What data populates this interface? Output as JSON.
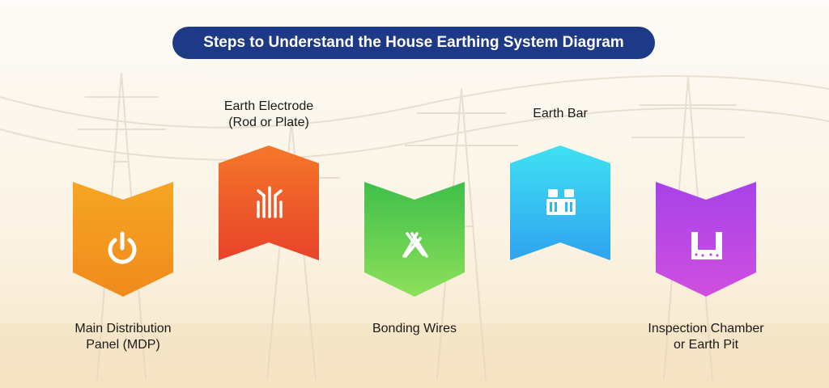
{
  "title": "Steps to Understand the House Earthing System Diagram",
  "steps": [
    {
      "label": "Main Distribution\nPanel (MDP)",
      "icon": "power-icon",
      "color_top": "#f6a623",
      "color_bottom": "#f08a1c"
    },
    {
      "label": "Earth Electrode\n(Rod or Plate)",
      "icon": "earth-electrode-icon",
      "color_top": "#f5772a",
      "color_bottom": "#e8432a"
    },
    {
      "label": "Bonding Wires",
      "icon": "bonding-wires-icon",
      "color_top": "#3fbf4a",
      "color_bottom": "#8ee05a"
    },
    {
      "label": "Earth Bar",
      "icon": "earth-bar-icon",
      "color_top": "#3fe1f2",
      "color_bottom": "#2fa3f0"
    },
    {
      "label": "Inspection Chamber\nor Earth Pit",
      "icon": "earth-pit-icon",
      "color_top": "#a742e8",
      "color_bottom": "#d04fe0"
    }
  ]
}
